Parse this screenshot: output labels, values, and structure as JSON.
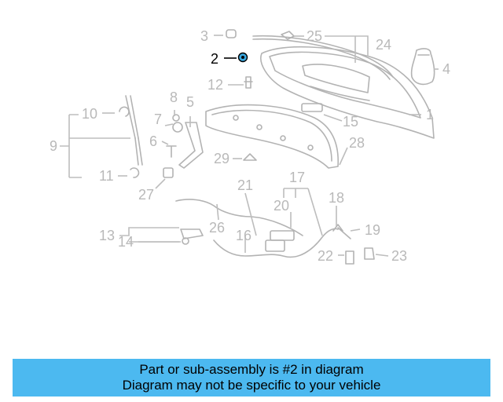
{
  "diagram": {
    "highlight_color": "#3aa8e0",
    "callouts": [
      "1",
      "2",
      "3",
      "4",
      "5",
      "6",
      "7",
      "8",
      "9",
      "10",
      "11",
      "12",
      "13",
      "14",
      "15",
      "16",
      "17",
      "18",
      "19",
      "20",
      "21",
      "22",
      "23",
      "24",
      "25",
      "26",
      "27",
      "28",
      "29"
    ],
    "highlighted_callout": "2"
  },
  "banner": {
    "line1": "Part or sub-assembly is #2 in diagram",
    "line2": "Diagram may not be specific to your vehicle",
    "background": "#4cb9f0"
  }
}
